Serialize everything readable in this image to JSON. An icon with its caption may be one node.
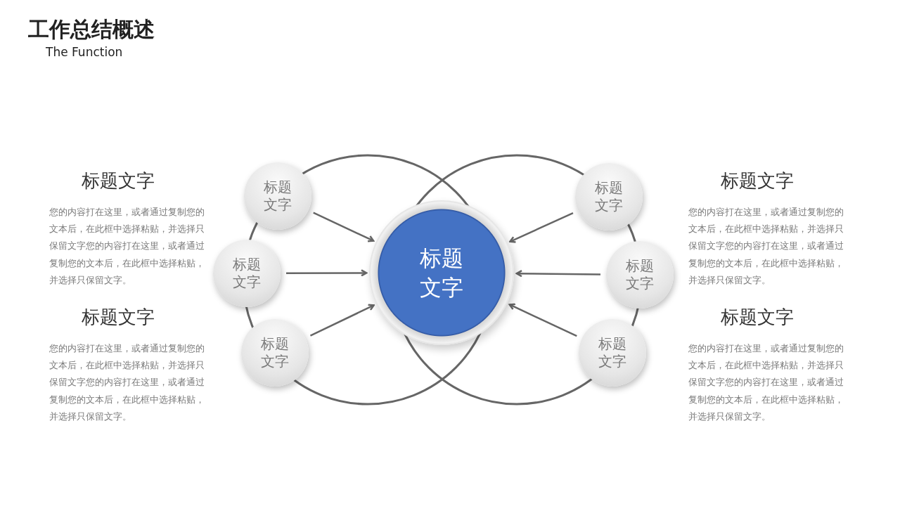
{
  "diagram": {
    "title": "工作总结概述",
    "nodes": [
      {
        "text": [
          "标题文字"
        ]
      },
      {
        "text": [
          "标题文字"
        ]
      },
      {
        "text": [
          "标题文字"
        ]
      },
      {
        "text": [
          "标题文字"
        ]
      },
      {
        "text": [
          "标题文字"
        ]
      },
      {
        "text": [
          "标题文字"
        ]
      },
      {
        "text": [
          "标题文字"
        ]
      }
    ],
    "edges": [
      {
        "from": 1,
        "to": 0,
        "arrow": "to"
      },
      {
        "from": 2,
        "to": 0,
        "arrow": "to"
      },
      {
        "from": 3,
        "to": 0,
        "arrow": "to"
      },
      {
        "from": 4,
        "to": 0,
        "arrow": "to"
      },
      {
        "from": 5,
        "to": 0,
        "arrow": "to"
      },
      {
        "from": 6,
        "to": 0,
        "arrow": "to"
      }
    ],
    "labels": [
      "The Function",
      "标题文字",
      "您的内容打在这里，或者通过复制您的文本后，在此框中选择粘贴，并选择只保留文字您的内容打在这里，或者通过复制您的文本后，在此框中选择粘贴，并选择只保留文字。",
      "标题文字",
      "您的内容打在这里，或者通过复制您的文本后，在此框中选择粘贴，并选择只保留文字您的内容打在这里，或者通过复制您的文本后，在此框中选择粘贴，并选择只保留文字。",
      "标题文字",
      "您的内容打在这里，或者通过复制您的文本后，在此框中选择粘贴，并选择只保留文字您的内容打在这里，或者通过复制您的文本后，在此框中选择粘贴，并选择只保留文字。",
      "标题文字",
      "您的内容打在这里，或者通过复制您的文本后，在此框中选择粘贴，并选择只保留文字您的内容打在这里，或者通过复制您的文本后，在此框中选择粘贴，并选择只保留文字。"
    ]
  }
}
